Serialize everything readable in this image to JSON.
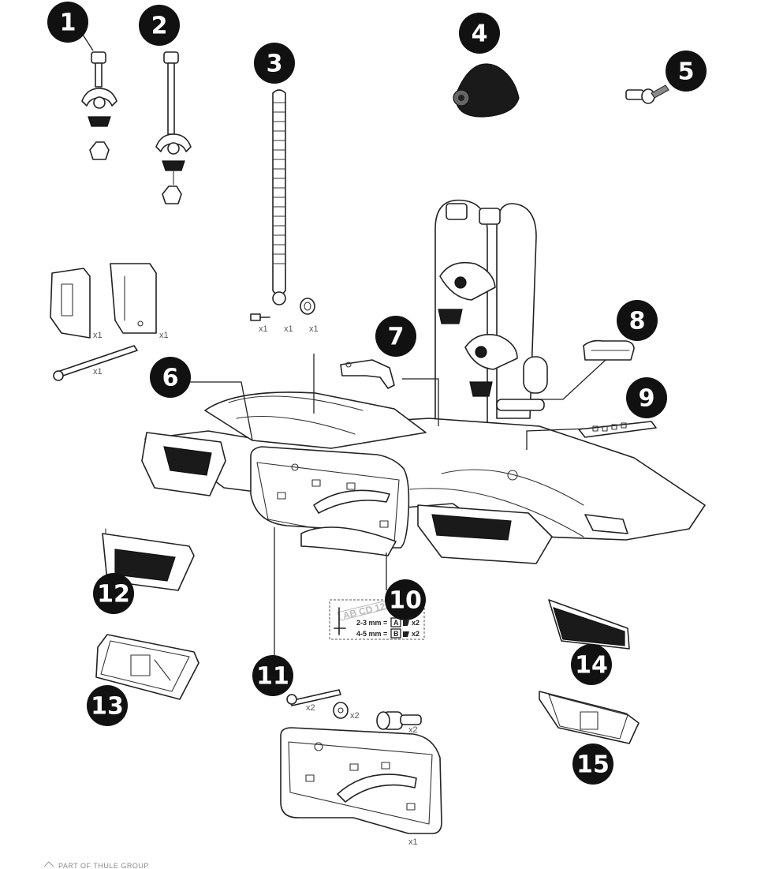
{
  "callouts": [
    "1",
    "2",
    "3",
    "4",
    "5",
    "6",
    "7",
    "8",
    "9",
    "10",
    "11",
    "12",
    "13",
    "14",
    "15"
  ],
  "quantities": {
    "side_block_left": "x1",
    "side_block_right": "x1",
    "long_bolt": "x1",
    "screw_3": "x1",
    "strap_3": "x1",
    "washer_3": "x1",
    "bolt_11": "x2",
    "washer_11": "x2",
    "spacer_11": "x2",
    "plate_11": "x1"
  },
  "sticker_10": {
    "plate_text": "AB CD 123",
    "row_a_range": "2-3 mm =",
    "row_a_letter": "A",
    "row_a_qty": "x2",
    "row_b_range": "4-5 mm =",
    "row_b_letter": "B",
    "row_b_qty": "x2"
  },
  "footer_text": "PART OF THULE GROUP",
  "colors": {
    "badge": "#111111",
    "badge_text": "#ffffff",
    "line": "#222222",
    "knob": "#1a1a1a"
  }
}
